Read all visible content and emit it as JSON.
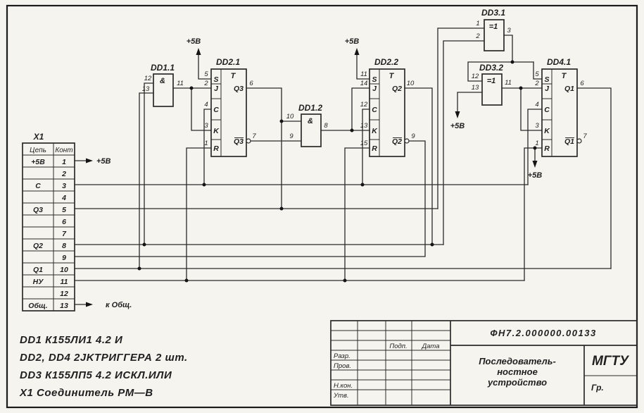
{
  "connector": {
    "title": "X1",
    "headers": {
      "circuit": "Цепь",
      "contact": "Конт"
    },
    "rows": [
      {
        "c": "+5В",
        "p": "1"
      },
      {
        "c": "",
        "p": "2"
      },
      {
        "c": "С",
        "p": "3"
      },
      {
        "c": "",
        "p": "4"
      },
      {
        "c": "Q3",
        "p": "5"
      },
      {
        "c": "",
        "p": "6"
      },
      {
        "c": "",
        "p": "7"
      },
      {
        "c": "Q2",
        "p": "8"
      },
      {
        "c": "",
        "p": "9"
      },
      {
        "c": "Q1",
        "p": "10"
      },
      {
        "c": "НУ",
        "p": "11"
      },
      {
        "c": "",
        "p": "12"
      },
      {
        "c": "Общ.",
        "p": "13"
      }
    ],
    "power_out": "+5В",
    "ground_out": "к Общ."
  },
  "power_label": "+5В",
  "gates": {
    "dd11": {
      "name": "DD1.1",
      "func": "&",
      "in1": "12",
      "in2": "13",
      "out": "11"
    },
    "dd12": {
      "name": "DD1.2",
      "func": "&",
      "in1": "10",
      "in2": "9",
      "out": "8"
    },
    "dd31": {
      "name": "DD3.1",
      "func": "=1",
      "in1": "1",
      "in2": "2",
      "out": "3"
    },
    "dd32": {
      "name": "DD3.2",
      "func": "=1",
      "in1": "12",
      "in2": "13",
      "out": "11"
    }
  },
  "triggers": {
    "dd21": {
      "name": "DD2.1",
      "type": "T",
      "s": "S",
      "j": "J",
      "c": "C",
      "k": "K",
      "r": "R",
      "pin_s": "5",
      "pin_j": "2",
      "pin_c": "4",
      "pin_k": "3",
      "pin_r": "1",
      "q": "Q3",
      "pin_q": "6",
      "qn": "Q3",
      "pin_qn": "7"
    },
    "dd22": {
      "name": "DD2.2",
      "type": "T",
      "s": "S",
      "j": "J",
      "c": "C",
      "k": "K",
      "r": "R",
      "pin_s": "11",
      "pin_j": "14",
      "pin_c": "12",
      "pin_k": "13",
      "pin_r": "15",
      "q": "Q2",
      "pin_q": "10",
      "qn": "Q2",
      "pin_qn": "9"
    },
    "dd41": {
      "name": "DD4.1",
      "type": "T",
      "s": "S",
      "j": "J",
      "c": "C",
      "k": "K",
      "r": "R",
      "pin_s": "5",
      "pin_j": "2",
      "pin_c": "4",
      "pin_k": "3",
      "pin_r": "1",
      "q": "Q1",
      "pin_q": "6",
      "qn": "Q1",
      "pin_qn": "7"
    }
  },
  "parts_list": [
    "DD1  К155ЛИ1  4.2  И",
    "DD2, DD4  2JKТРИГГЕРА  2 шт.",
    "DD3  К155ЛП5  4.2  ИСКЛ.ИЛИ",
    "X1  Соединитель  РМ—В"
  ],
  "title_block": {
    "doc_number": "ФН7.2.000000.00133",
    "sign_col": "Подп.",
    "date_col": "Дата",
    "rows": [
      "Разр.",
      "Пров.",
      "Н.кон.",
      "Утв."
    ],
    "device_title_1": "Последователь-",
    "device_title_2": "ностное",
    "device_title_3": "устройство",
    "org": "МГТУ",
    "group": "Гр."
  }
}
